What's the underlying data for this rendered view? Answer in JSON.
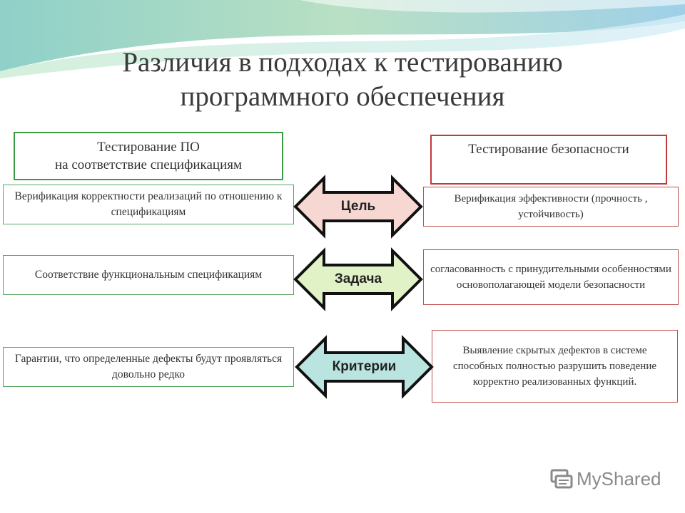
{
  "title": "Различия в подходах к тестированию\nпрограммного обеспечения",
  "left_header": "Тестирование ПО\nна соответствие спецификациям",
  "right_header": "Тестирование безопасности",
  "rows": [
    {
      "label": "Цель",
      "left": "Верификация корректности реализаций по отношению к спецификациям",
      "right": "Верификация эффективности (прочность , устойчивость)",
      "arrow_color": "#f7d7d2"
    },
    {
      "label": "Задача",
      "left": "Соответствие функциональным спецификациям",
      "right": "согласованность с принудительными особенностями основополагающей модели безопасности",
      "arrow_color": "#e1f2c6"
    },
    {
      "label": "Критерии",
      "left": "Гарантии, что определенные дефекты будут проявляться довольно редко",
      "right": "Выявление скрытых дефектов в системе способных полностью разрушить поведение корректно реализованных функций.",
      "arrow_color": "#b9e4e0"
    }
  ],
  "watermark": "MyShared",
  "colors": {
    "green_border": "#3c9a45",
    "red_border": "#c0393b"
  }
}
